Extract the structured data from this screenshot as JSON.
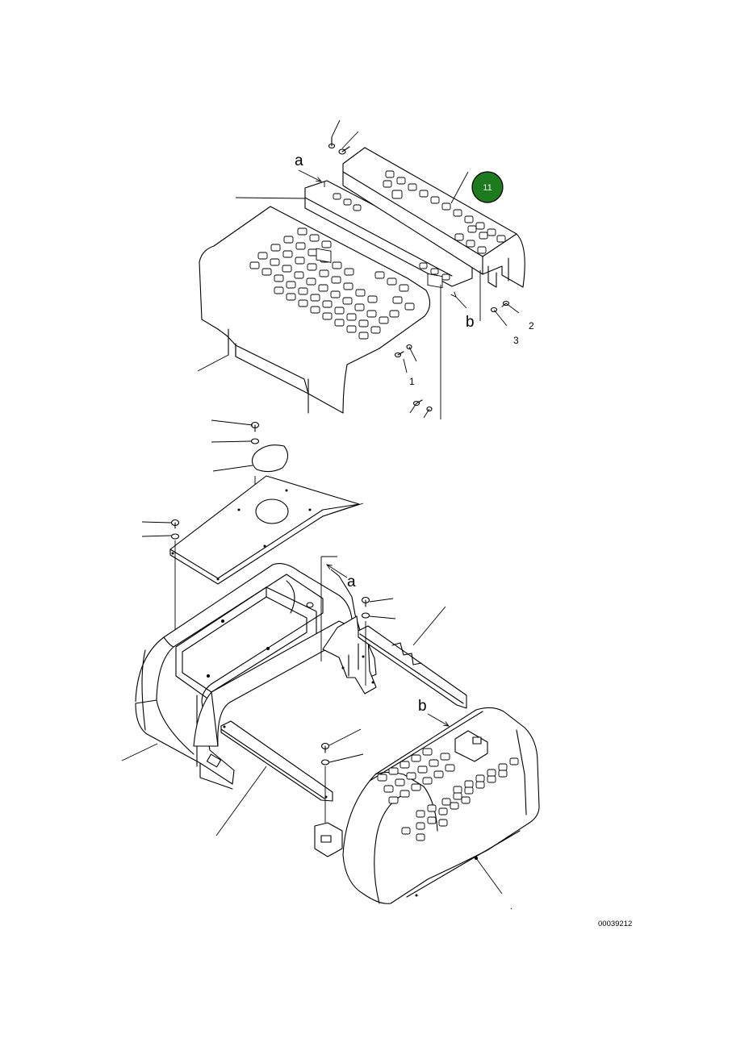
{
  "callout": {
    "number": "11",
    "color": "#1e7a1e"
  },
  "view_labels": {
    "a_top": "a",
    "b_top": "b",
    "a_bottom": "a",
    "b_bottom": "b"
  },
  "partial_numbers": {
    "p1": "2",
    "p2": "3",
    "p3": "1"
  },
  "drawing_number": "00039212"
}
